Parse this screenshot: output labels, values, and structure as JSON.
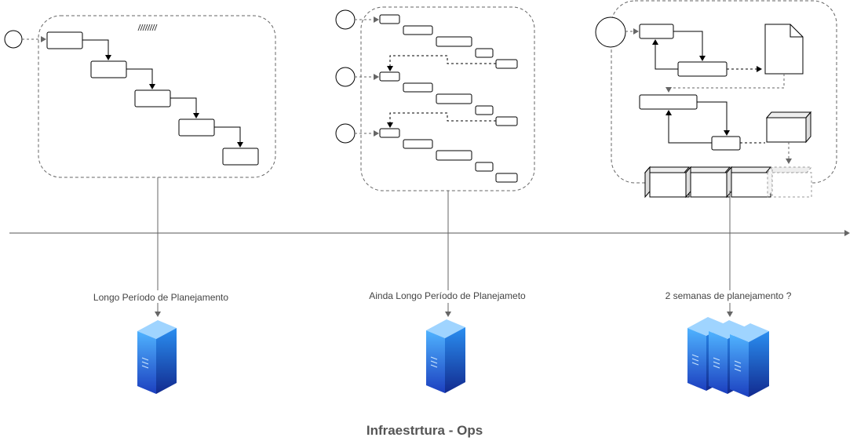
{
  "labels": {
    "phase1": "Longo Período de Planejamento",
    "phase2": "Ainda Longo Período de Planejameto",
    "phase3": "2 semanas de planejamento ?"
  },
  "title": "Infraestrtura - Ops",
  "colors": {
    "stroke": "#000000",
    "connector": "#555555",
    "container": "#666666",
    "server_light": "#40a6ff",
    "server_dark": "#1a3fbf"
  },
  "icons": {
    "server": "server-icon",
    "document": "document-icon",
    "cube": "cube-icon",
    "start": "start-event-icon"
  }
}
